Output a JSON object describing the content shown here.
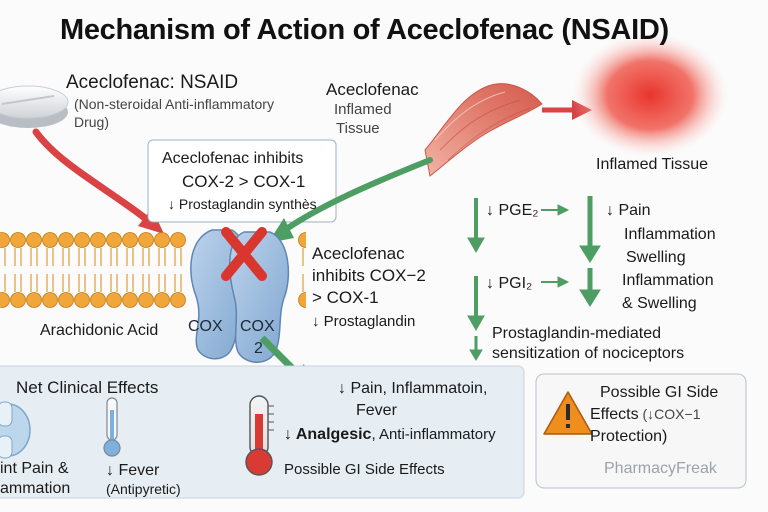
{
  "title": "Mechanism of Action of Aceclofenac (NSAID)",
  "drug": {
    "name": "Aceclofenac: NSAID",
    "line1": "(Non-steroidal Anti-inflammatory",
    "line2": "Drug)"
  },
  "tissue_label": {
    "drug": "Aceclofenac",
    "line1": "Inflamed",
    "line2": "Tissue"
  },
  "inflamed_tissue_label": "Inflamed Tissue",
  "inhibit_box": {
    "line1": "Aceclofenac inhibits",
    "line2": "COX-2 > COX-1",
    "line3": "↓ Prostaglandin synthès"
  },
  "inhibit_text": {
    "line1": "Aceclofenac",
    "line2": "inhibits COX−2",
    "line3": "> COX-1",
    "line4": "↓ Prostaglandin"
  },
  "membrane": {
    "acid_label": "Arachidonic Acid",
    "cox1": "COX",
    "cox2_line1": "COX",
    "cox2_line2": "2"
  },
  "pathway": {
    "pge2": "↓ PGE₂",
    "pge2_effect1": "↓ Pain",
    "pge2_effect2": "Inflammation",
    "pge2_effect3": "Swelling",
    "pgi2": "↓ PGI₂",
    "pgi2_effect1": "Inflammation",
    "pgi2_effect2": "& Swelling",
    "sens1": "Prostaglandin-mediated",
    "sens2": "sensitization of nociceptors"
  },
  "effects": {
    "heading": "Net Clinical Effects",
    "joint1": "int Pain &",
    "joint2": "ammation",
    "fever": "↓ Fever",
    "antipyretic": "(Antipyretic)",
    "pain": "↓ Pain, Inflammatoin,",
    "fever2": "Fever",
    "analgesic_bold": "↓ Analgesic",
    "analgesic_rest": ", Anti-inflammatory",
    "gi": "Possible GI Side Effects"
  },
  "gi_box": {
    "line1": "Possible GI Side",
    "line2_bold": "Effects",
    "line2_rest": " (↓COX−1",
    "line3": "Protection)",
    "brand": "PharmacyFreak"
  },
  "colors": {
    "red_arrow": "#d94343",
    "green_arrow": "#4e9e63",
    "cox_blue": "#9fbfe0",
    "membrane_orange": "#f0a63a",
    "inflamed_red": "#e8342c",
    "effects_panel": "#e6edf3",
    "warning_orange": "#ef8d1f"
  }
}
